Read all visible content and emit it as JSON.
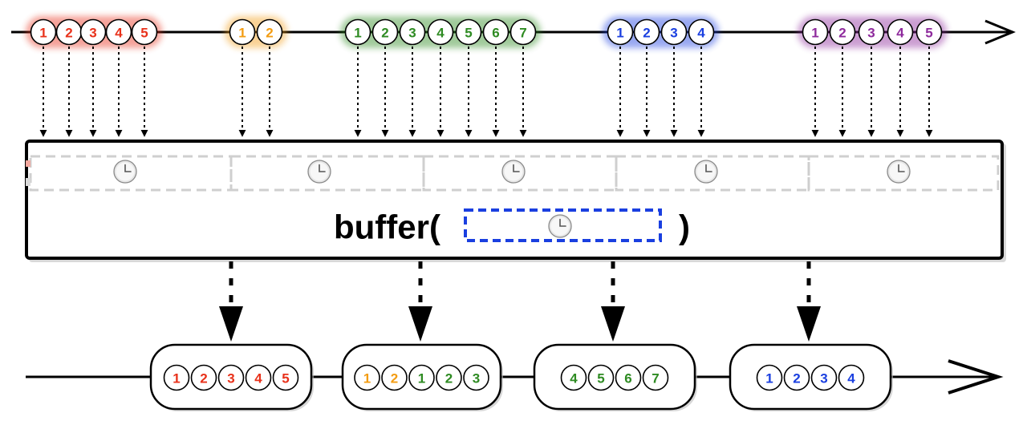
{
  "colors": {
    "red": "#e8311a",
    "orange": "#f39c12",
    "green": "#2e8b22",
    "blue": "#1a3fe0",
    "purple": "#8e2a9c",
    "operator_param": "#1a3fe0"
  },
  "operator": {
    "label_open": "buffer(",
    "label_close": ")",
    "param_icon": "clock-icon"
  },
  "input_groups": [
    {
      "color": "red",
      "items": [
        "1",
        "2",
        "3",
        "4",
        "5"
      ]
    },
    {
      "color": "orange",
      "items": [
        "1",
        "2"
      ]
    },
    {
      "color": "green",
      "items": [
        "1",
        "2",
        "3",
        "4",
        "5",
        "6",
        "7"
      ]
    },
    {
      "color": "blue",
      "items": [
        "1",
        "2",
        "3",
        "4"
      ]
    },
    {
      "color": "purple",
      "items": [
        "1",
        "2",
        "3",
        "4",
        "5"
      ]
    }
  ],
  "boundary_icons": [
    "clock-icon",
    "clock-icon",
    "clock-icon",
    "clock-icon",
    "clock-icon"
  ],
  "output_buffers": [
    {
      "items": [
        {
          "label": "1",
          "color": "red"
        },
        {
          "label": "2",
          "color": "red"
        },
        {
          "label": "3",
          "color": "red"
        },
        {
          "label": "4",
          "color": "red"
        },
        {
          "label": "5",
          "color": "red"
        }
      ]
    },
    {
      "items": [
        {
          "label": "1",
          "color": "orange"
        },
        {
          "label": "2",
          "color": "orange"
        },
        {
          "label": "1",
          "color": "green"
        },
        {
          "label": "2",
          "color": "green"
        },
        {
          "label": "3",
          "color": "green"
        }
      ]
    },
    {
      "items": [
        {
          "label": "4",
          "color": "green"
        },
        {
          "label": "5",
          "color": "green"
        },
        {
          "label": "6",
          "color": "green"
        },
        {
          "label": "7",
          "color": "green"
        }
      ]
    },
    {
      "items": [
        {
          "label": "1",
          "color": "blue"
        },
        {
          "label": "2",
          "color": "blue"
        },
        {
          "label": "3",
          "color": "blue"
        },
        {
          "label": "4",
          "color": "blue"
        }
      ]
    }
  ]
}
